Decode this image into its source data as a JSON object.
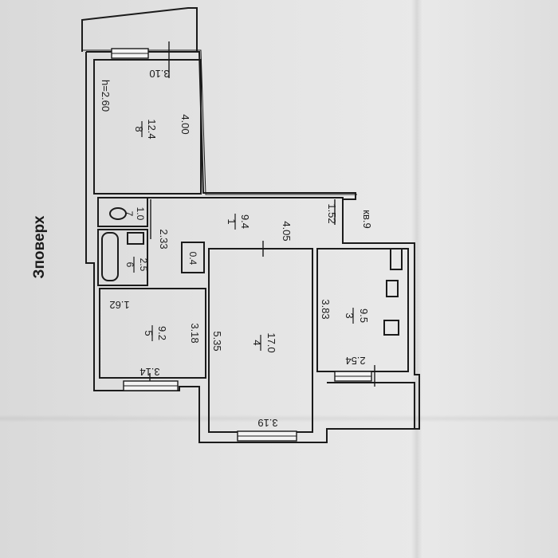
{
  "side_label": "Зповерх",
  "apartment_label": "кв.9",
  "ceiling_height": "h=2.60",
  "rooms": [
    {
      "number": "1",
      "area": "9.4"
    },
    {
      "number": "3",
      "area": "9.5"
    },
    {
      "number": "4",
      "area": "17.0"
    },
    {
      "number": "5",
      "area": "9.2"
    },
    {
      "number": "6",
      "area": "2.5"
    },
    {
      "number": "7",
      "area": "1.0"
    },
    {
      "number": "8",
      "area": "12.4"
    }
  ],
  "dimensions": {
    "d_310": "3.10",
    "d_400": "4.00",
    "d_233": "2.33",
    "d_405": "4.05",
    "d_152": "1.52",
    "d_04": "0.4",
    "d_383": "3.83",
    "d_254": "2.54",
    "d_535": "5.35",
    "d_319": "3.19",
    "d_162": "1.62",
    "d_318": "3.18",
    "d_314": "3.14"
  },
  "colors": {
    "ink": "#1b1b1b",
    "paper": "#e2e2e2"
  }
}
